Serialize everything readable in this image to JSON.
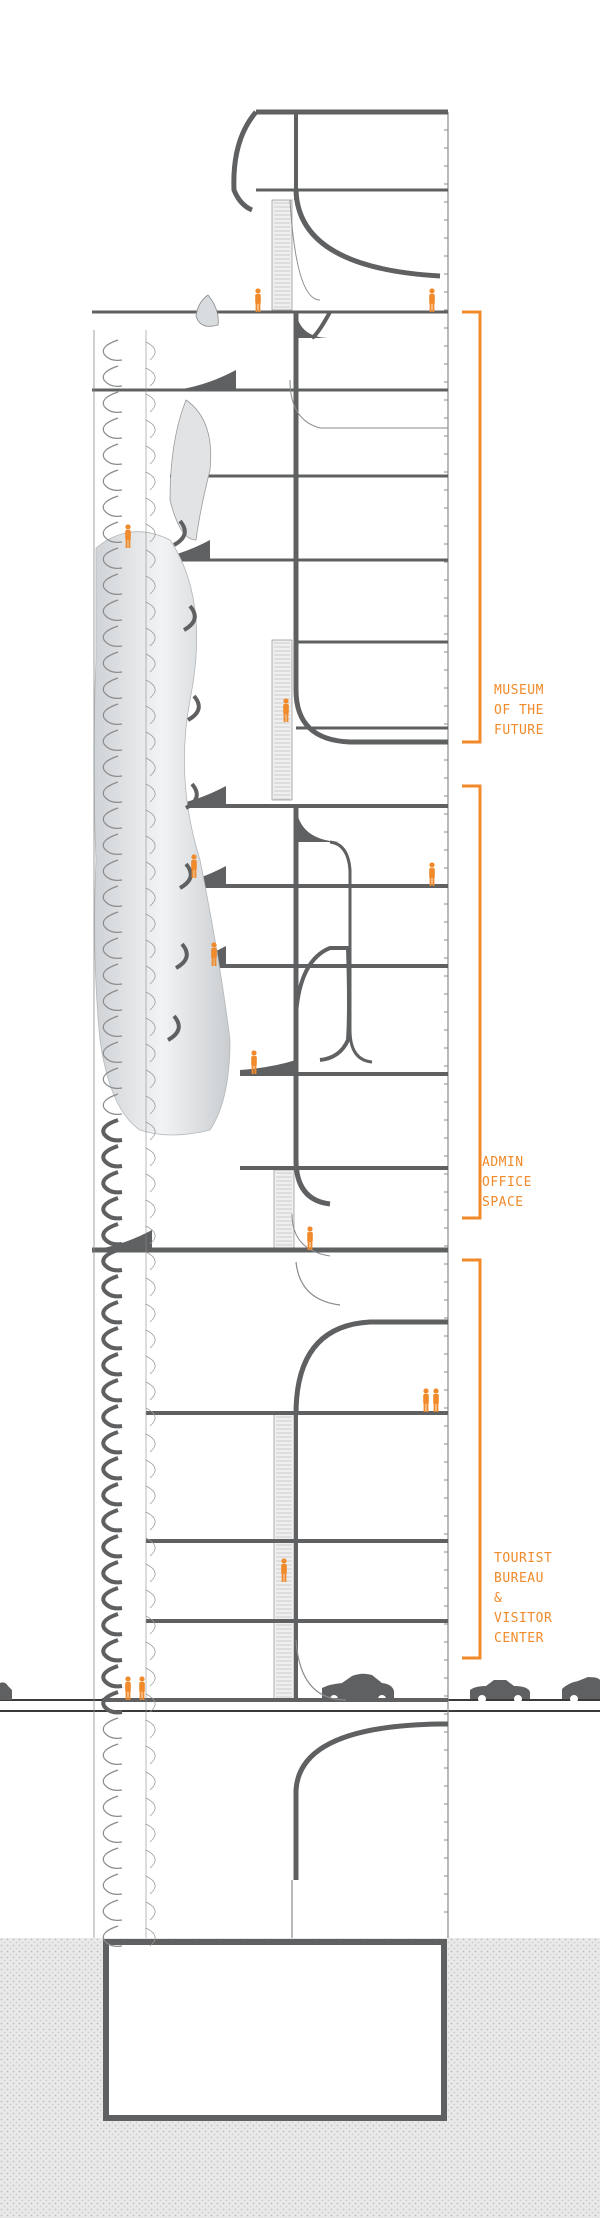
{
  "zones": [
    {
      "id": "museum",
      "lines": [
        "MUSEUM",
        "OF THE",
        "FUTURE"
      ]
    },
    {
      "id": "admin",
      "lines": [
        "ADMIN",
        "OFFICE",
        "SPACE"
      ]
    },
    {
      "id": "tourist",
      "lines": [
        "TOURIST",
        "BUREAU",
        "&",
        "VISITOR",
        "CENTER"
      ]
    }
  ],
  "colors": {
    "structure": "#5f6062",
    "thin_line": "#8a8b8d",
    "accent": "#f08a2a",
    "glass": "#d9dcdf",
    "ground_fill": "#e3e3e3"
  }
}
